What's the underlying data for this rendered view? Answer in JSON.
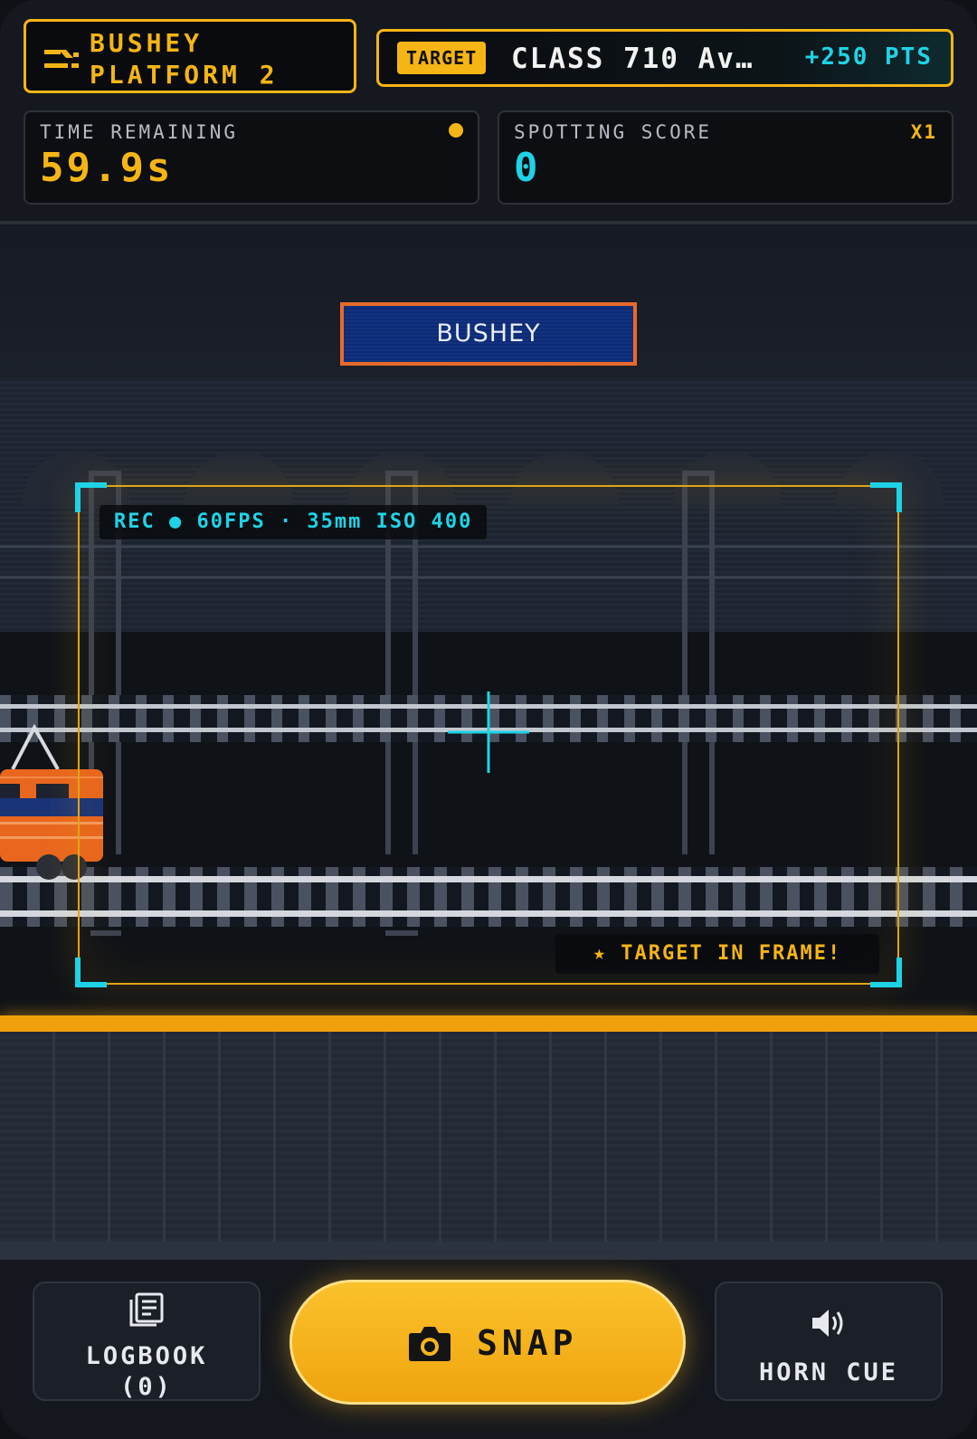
{
  "header": {
    "station_line1": "BUSHEY",
    "station_line2": "PLATFORM 2",
    "target_badge": "TARGET",
    "target_name": "CLASS 710 Av…",
    "target_points": "+250 PTS",
    "time_label": "TIME REMAINING",
    "time_value": "59.9s",
    "score_label": "SPOTTING SCORE",
    "score_value": "0",
    "multiplier": "X1"
  },
  "scene": {
    "station_sign": "BUSHEY",
    "rec_label": "REC ● 60FPS · 35mm ISO 400",
    "target_status": "★ TARGET IN FRAME!"
  },
  "footer": {
    "logbook_label": "LOGBOOK",
    "logbook_count": "(0)",
    "snap_label": "SNAP",
    "horn_label": "HORN CUE"
  },
  "colors": {
    "accent_amber": "#f5b515",
    "accent_cyan": "#1fd3e6",
    "train_orange": "#e8661e",
    "sign_blue": "#0b2a78"
  },
  "icons": {
    "station": "route-icon",
    "logbook": "logbook-icon",
    "snap": "camera-icon",
    "horn": "speaker-icon"
  }
}
